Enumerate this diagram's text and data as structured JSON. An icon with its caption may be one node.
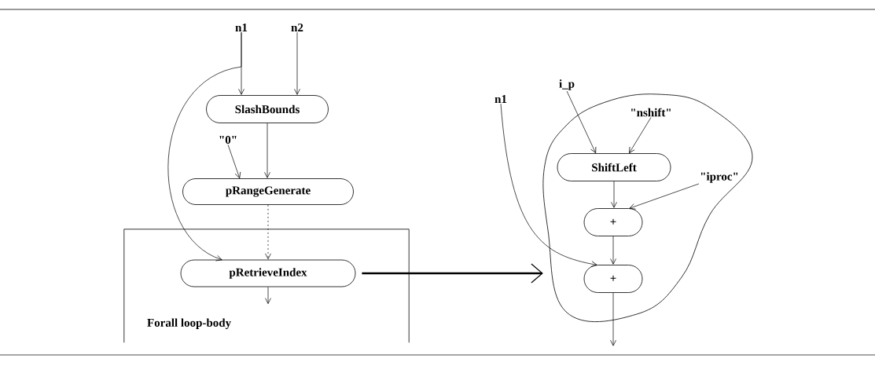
{
  "diagram": {
    "nodes": [
      {
        "text": [
          "n1"
        ]
      },
      {
        "text": [
          "n2"
        ]
      },
      {
        "text": [
          "SlashBounds"
        ]
      },
      {
        "text": [
          "\"0\""
        ]
      },
      {
        "text": [
          "pRangeGenerate"
        ]
      },
      {
        "text": [
          "Forall loop-body"
        ]
      },
      {
        "text": [
          "pRetrieveIndex"
        ],
        "in": 5
      },
      {
        "text": [],
        "shape": "cloud"
      },
      {
        "text": [
          "n1"
        ]
      },
      {
        "text": [
          "i_p"
        ]
      },
      {
        "text": [
          "\"nshift\""
        ],
        "in": 7
      },
      {
        "text": [
          "ShiftLeft"
        ],
        "in": 7
      },
      {
        "text": [
          "\"iproc\""
        ],
        "in": 7
      },
      {
        "text": [
          "+"
        ],
        "in": 7
      },
      {
        "text": [
          "+"
        ],
        "in": 7
      }
    ],
    "edges": [
      {
        "from": 0,
        "to": 2,
        "arrow": "to"
      },
      {
        "from": 1,
        "to": 2,
        "arrow": "to"
      },
      {
        "from": 0,
        "to": 6,
        "arrow": "to"
      },
      {
        "from": 2,
        "to": 4,
        "arrow": "to"
      },
      {
        "from": 3,
        "to": 4,
        "arrow": "to"
      },
      {
        "from": 4,
        "to": 6,
        "arrow": "to",
        "style": "dashed"
      },
      {
        "from": 6,
        "to": null,
        "arrow": "to"
      },
      {
        "from": 6,
        "to": 7,
        "arrow": "to",
        "style": "thick"
      },
      {
        "from": 9,
        "to": 11,
        "arrow": "to"
      },
      {
        "from": 10,
        "to": 11,
        "arrow": "to"
      },
      {
        "from": 11,
        "to": 13,
        "arrow": "to"
      },
      {
        "from": 12,
        "to": 13,
        "arrow": "to"
      },
      {
        "from": 13,
        "to": 14,
        "arrow": "to"
      },
      {
        "from": 8,
        "to": 14,
        "arrow": "to"
      },
      {
        "from": 14,
        "to": null,
        "arrow": "to"
      }
    ]
  }
}
